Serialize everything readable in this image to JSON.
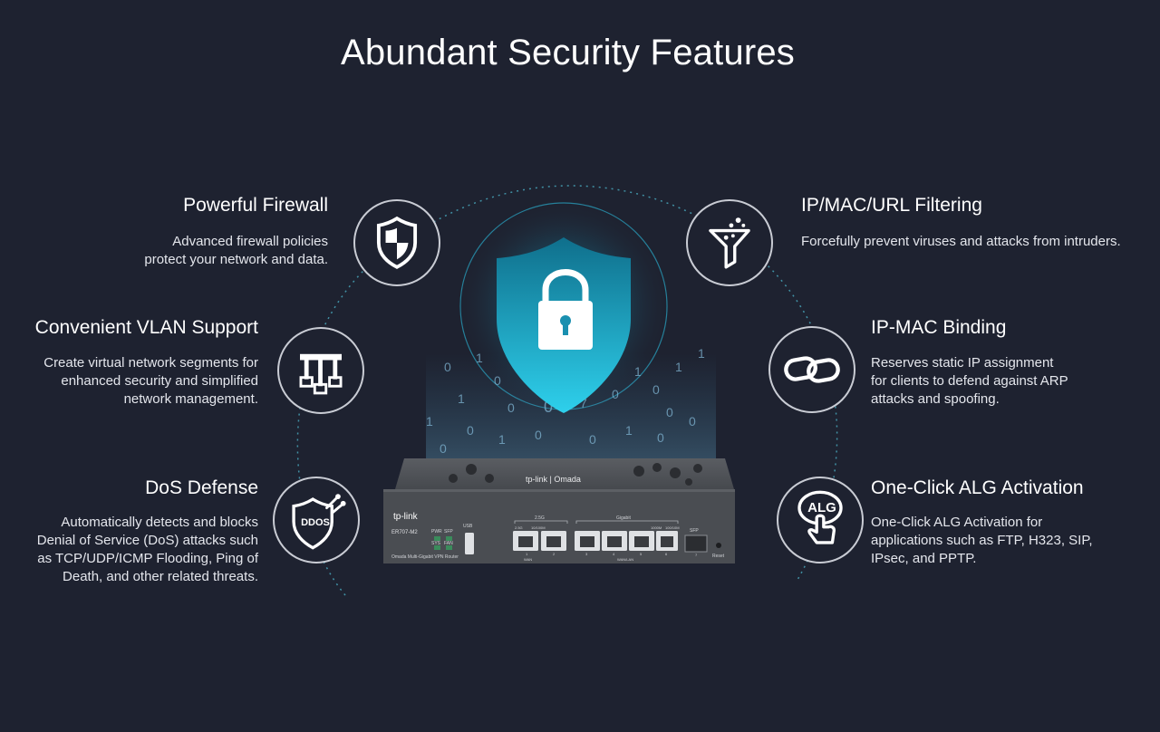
{
  "title": "Abundant Security Features",
  "features": [
    {
      "title": "Powerful Firewall",
      "desc": [
        "Advanced firewall policies",
        "protect your network and data."
      ],
      "icon": "shield-icon"
    },
    {
      "title": "Convenient VLAN Support",
      "desc": [
        "Create virtual network segments for",
        "enhanced security and simplified",
        "network management."
      ],
      "icon": "vlan-network-icon"
    },
    {
      "title": "DoS Defense",
      "desc": [
        "Automatically detects and blocks",
        "Denial of Service (DoS) attacks such",
        "as TCP/UDP/ICMP Flooding, Ping of",
        "Death, and other related threats."
      ],
      "icon": "ddos-shield-icon",
      "icon_text": "DDOS"
    },
    {
      "title": "IP/MAC/URL Filtering",
      "desc": [
        "Forcefully prevent viruses and attacks from intruders."
      ],
      "icon": "funnel-filter-icon"
    },
    {
      "title": "IP-MAC Binding",
      "desc": [
        "Reserves static IP assignment",
        "for clients to defend against ARP",
        "attacks and spoofing."
      ],
      "icon": "chain-link-icon"
    },
    {
      "title": "One-Click ALG Activation",
      "desc": [
        "One-Click ALG Activation for",
        "applications such as FTP, H323, SIP,",
        "IPsec, and PPTP."
      ],
      "icon": "alg-click-icon",
      "icon_text": "ALG"
    }
  ],
  "center_icon": "padlock-shield-icon",
  "router": {
    "brand": "tp-link | Omada",
    "front_brand": "tp-link",
    "model": "ER707-M2",
    "product_line": "Omada Multi-Gigabit VPN Router",
    "leds": [
      "PWR",
      "SFP",
      "SYS",
      "FAN"
    ],
    "usb_label": "USB",
    "group_25g": "2.5G",
    "group_gigabit": "Gigabit",
    "port_speed_labels": [
      "2.5G",
      "10/100M",
      "1000M",
      "100/10M"
    ],
    "port_numbers": [
      "1",
      "2",
      "3",
      "4",
      "5",
      "6"
    ],
    "wan_lan_label": "WAN/LAN",
    "wan_label": "WAN",
    "sfp_label": "SFP",
    "sfp_number": "7",
    "reset_label": "Reset"
  },
  "colors": {
    "background": "#1e2230",
    "accent": "#2ec4e6",
    "text": "#ffffff",
    "router_body": "#4a4d52"
  }
}
